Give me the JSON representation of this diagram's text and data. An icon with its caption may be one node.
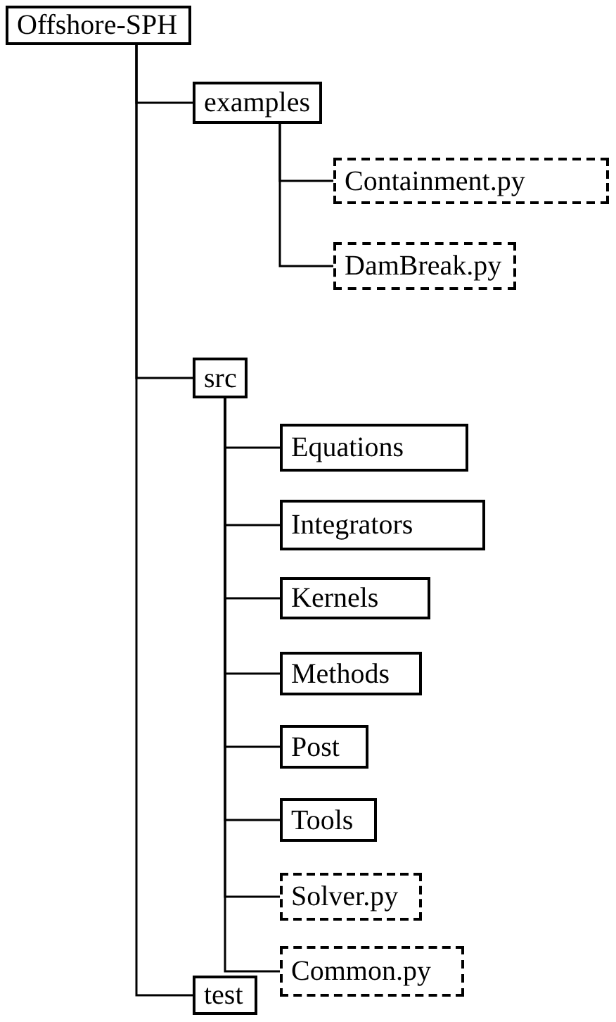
{
  "diagram": {
    "nodes": [
      {
        "text": [
          "Offshore-SPH"
        ]
      },
      {
        "text": [
          "examples"
        ]
      },
      {
        "text": [
          "Containment.py"
        ]
      },
      {
        "text": [
          "DamBreak.py"
        ]
      },
      {
        "text": [
          "src"
        ]
      },
      {
        "text": [
          "Equations"
        ]
      },
      {
        "text": [
          "Integrators"
        ]
      },
      {
        "text": [
          "Kernels"
        ]
      },
      {
        "text": [
          "Methods"
        ]
      },
      {
        "text": [
          "Post"
        ]
      },
      {
        "text": [
          "Tools"
        ]
      },
      {
        "text": [
          "Solver.py"
        ]
      },
      {
        "text": [
          "Common.py"
        ]
      },
      {
        "text": [
          "test"
        ]
      }
    ],
    "edges": [
      {
        "from": 0,
        "to": 1,
        "arrow": "none"
      },
      {
        "from": 1,
        "to": 2,
        "arrow": "none"
      },
      {
        "from": 1,
        "to": 3,
        "arrow": "none"
      },
      {
        "from": 0,
        "to": 4,
        "arrow": "none"
      },
      {
        "from": 4,
        "to": 5,
        "arrow": "none"
      },
      {
        "from": 4,
        "to": 6,
        "arrow": "none"
      },
      {
        "from": 4,
        "to": 7,
        "arrow": "none"
      },
      {
        "from": 4,
        "to": 8,
        "arrow": "none"
      },
      {
        "from": 4,
        "to": 9,
        "arrow": "none"
      },
      {
        "from": 4,
        "to": 10,
        "arrow": "none"
      },
      {
        "from": 4,
        "to": 11,
        "arrow": "none"
      },
      {
        "from": 4,
        "to": 12,
        "arrow": "none"
      },
      {
        "from": 0,
        "to": 13,
        "arrow": "none"
      }
    ]
  }
}
